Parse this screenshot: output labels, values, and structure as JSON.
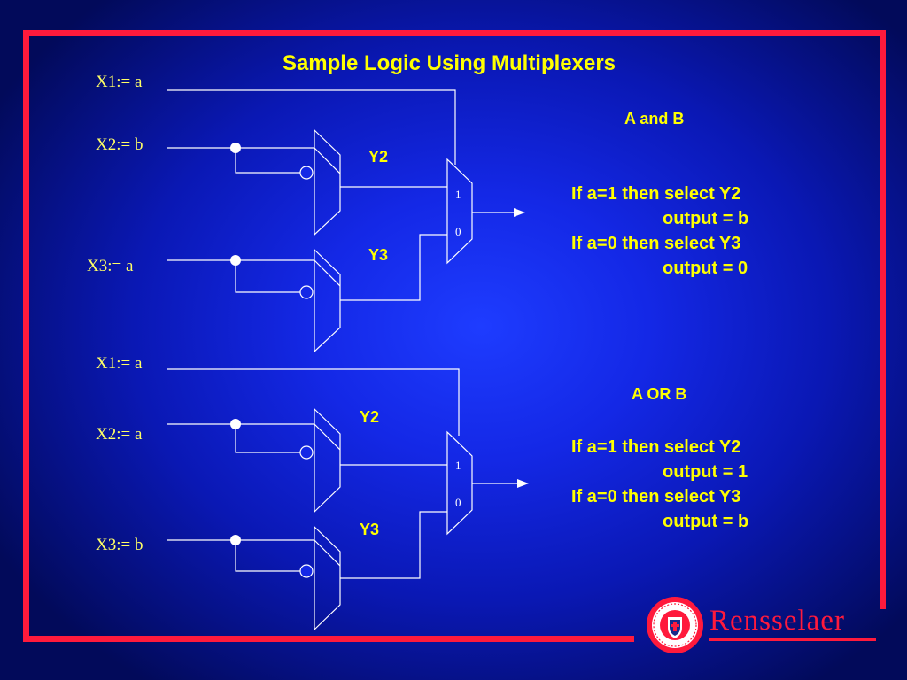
{
  "slide": {
    "title": "Sample Logic Using Multiplexers",
    "brand": "Rensselaer",
    "colors": {
      "frame": "#ff1a3c",
      "text": "#ffff00",
      "wire": "#ffffff",
      "background": "#1428e6"
    }
  },
  "circuit_top": {
    "heading": "A and B",
    "inputs": {
      "x1": "X1:= a",
      "x2": "X2:= b",
      "x3": "X3:= a"
    },
    "outputs": {
      "y2": "Y2",
      "y3": "Y3"
    },
    "mux_inputs": {
      "one": "1",
      "zero": "0"
    },
    "rules": [
      "If a=1 then select Y2",
      "output = b",
      "If a=0 then select Y3",
      "output = 0"
    ]
  },
  "circuit_bottom": {
    "heading": "A OR B",
    "inputs": {
      "x1": "X1:= a",
      "x2": "X2:= a",
      "x3": "X3:= b"
    },
    "outputs": {
      "y2": "Y2",
      "y3": "Y3"
    },
    "mux_inputs": {
      "one": "1",
      "zero": "0"
    },
    "rules": [
      "If a=1 then select Y2",
      "output = 1",
      "If a=0 then select Y3",
      "output = b"
    ]
  }
}
